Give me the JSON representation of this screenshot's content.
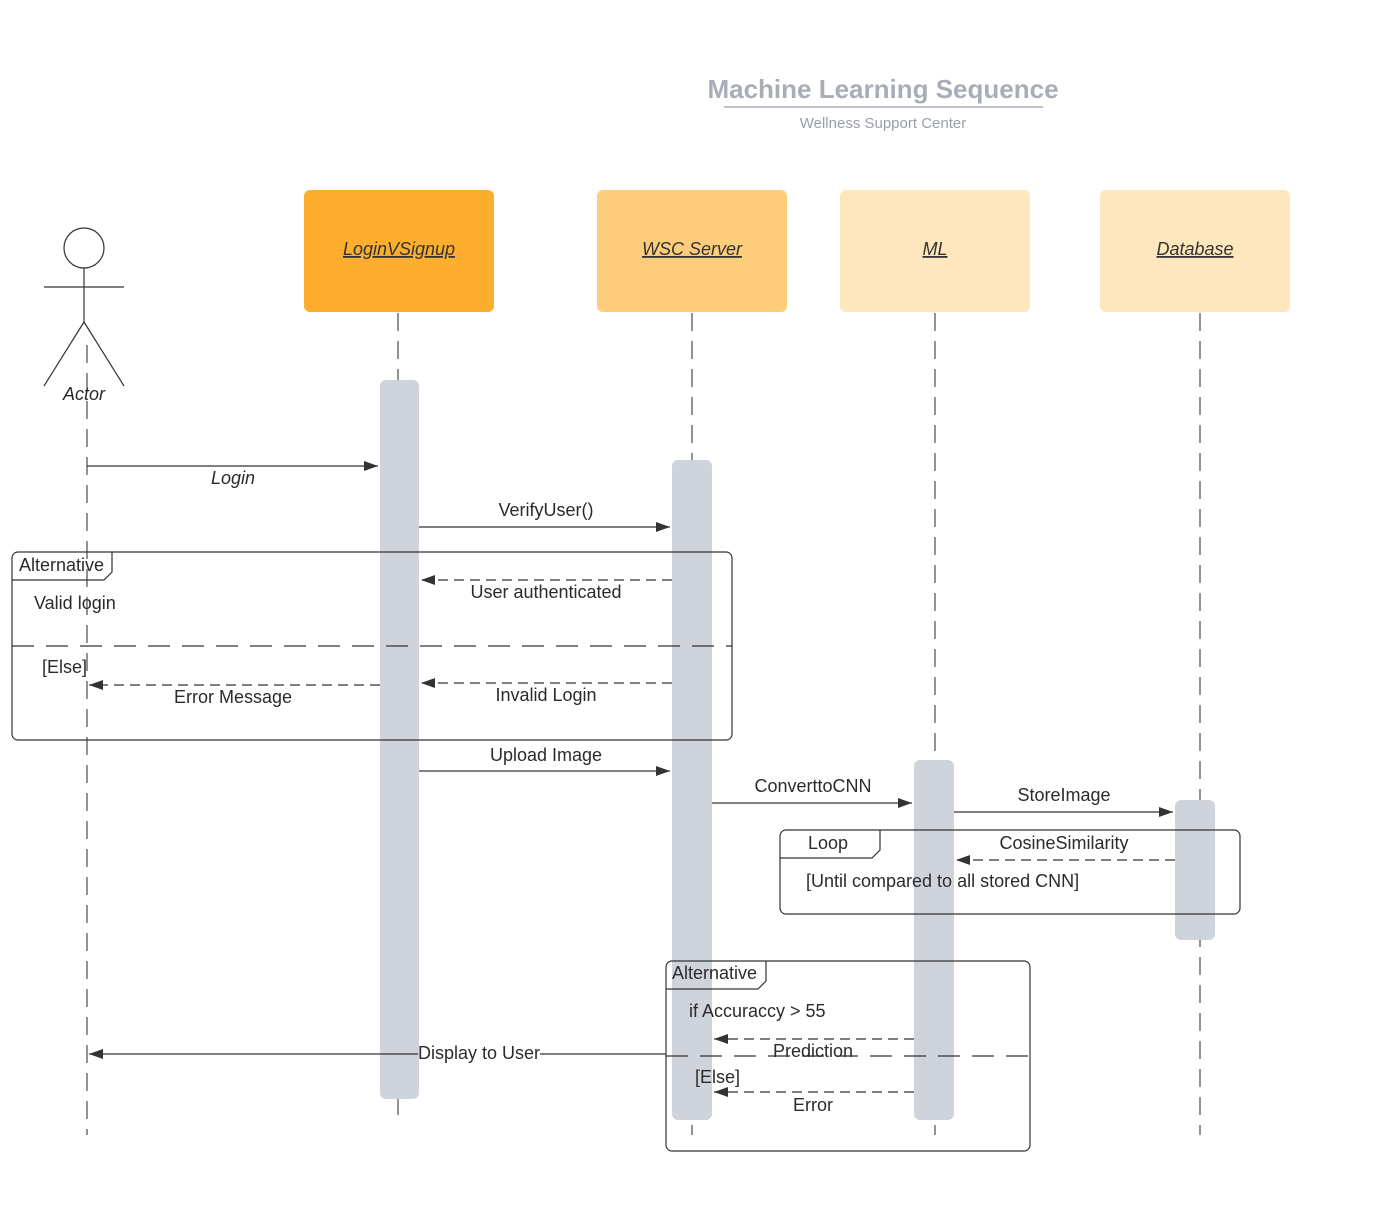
{
  "title": "Machine Learning Sequence",
  "subtitle": "Wellness Support Center",
  "actor": {
    "label": "Actor"
  },
  "participants": [
    {
      "id": "login",
      "label": "LoginVSignup",
      "color": "#fdae2f"
    },
    {
      "id": "server",
      "label": "WSC Server",
      "color": "#fdcd7b"
    },
    {
      "id": "ml",
      "label": "ML",
      "color": "#fee6bd"
    },
    {
      "id": "db",
      "label": "Database",
      "color": "#fee6bd"
    }
  ],
  "messages": {
    "login": "Login",
    "verify_user": "VerifyUser()",
    "user_authenticated": "User authenticated",
    "invalid_login": "Invalid Login",
    "error_message": "Error Message",
    "upload_image": "Upload Image",
    "convert_to_cnn": "ConverttoCNN",
    "store_image": "StoreImage",
    "cosine_similarity": "CosineSimilarity",
    "prediction": "Prediction",
    "error": "Error",
    "display_to_user": "Display to User"
  },
  "fragments": {
    "alt1": {
      "label": "Alternative",
      "guard1": "Valid login",
      "guard2": "[Else]"
    },
    "loop": {
      "label": "Loop",
      "guard": "[Until compared to all stored CNN]"
    },
    "alt2": {
      "label": "Alternative",
      "guard1": "if Accuraccy > 55",
      "guard2": "[Else]"
    }
  }
}
